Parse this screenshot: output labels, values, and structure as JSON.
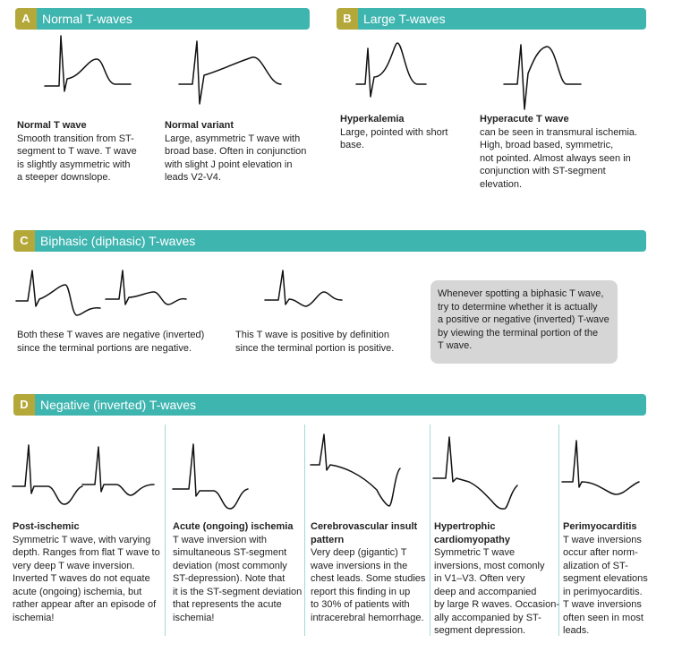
{
  "sections": {
    "A": {
      "letter": "A",
      "title": "Normal T-waves"
    },
    "B": {
      "letter": "B",
      "title": "Large T-waves"
    },
    "C": {
      "letter": "C",
      "title": "Biphasic (diphasic) T-waves"
    },
    "D": {
      "letter": "D",
      "title": "Negative (inverted) T-waves"
    }
  },
  "a": {
    "normal": {
      "title": "Normal T wave",
      "desc": "Smooth transition from ST-\nsegment to T wave. T wave\nis slightly asymmetric with\na steeper downslope."
    },
    "variant": {
      "title": "Normal variant",
      "desc": "Large, asymmetric T wave with\nbroad base. Often in conjunction\nwith slight J point elevation in\nleads V2-V4."
    }
  },
  "b": {
    "hyperkalemia": {
      "title": "Hyperkalemia",
      "desc": "Large, pointed with short\nbase."
    },
    "hyperacute": {
      "title": "Hyperacute T wave",
      "desc": "can be seen in transmural ischemia.\nHigh, broad based, symmetric,\n not pointed. Almost always seen in\nconjunction with ST-segment\n elevation."
    }
  },
  "c": {
    "negative": "Both these T waves are negative (inverted)\nsince the terminal portions are negative.",
    "positive": "This T wave is positive by definition\nsince the terminal portion is positive.",
    "note": "Whenever spotting a biphasic T wave,\ntry to determine whether it is actually\na positive or negative (inverted) T-wave\nby viewing the terminal portion of the\nT wave."
  },
  "d": {
    "postischemic": {
      "title": "Post-ischemic",
      "desc": "Symmetric T wave, with varying\ndepth. Ranges from flat T wave to\nvery deep T wave inversion.\nInverted T waves do not equate\nacute (ongoing) ischemia, but\nrather appear after an episode of\nischemia!"
    },
    "acute": {
      "title": "Acute (ongoing) ischemia",
      "desc": "T wave inversion with\nsimultaneous ST-segment\ndeviation (most commonly\nST-depression). Note that\nit is the ST-segment deviation\nthat represents the acute\nischemia!"
    },
    "cerebro": {
      "title": "Cerebrovascular insult\npattern",
      "desc": "Very deep (gigantic) T\nwave inversions in the\nchest leads. Some studies\nreport this finding in up\nto 30% of patients with\nintracerebral hemorrhage."
    },
    "hypertrophic": {
      "title": "Hypertrophic\ncardiomyopathy",
      "desc": "Symmetric T wave\ninversions, most comonly\nin V1–V3. Often very\ndeep and accompanied\nby large R waves. Occasion-\nally accompanied by ST-\nsegment depression."
    },
    "perimyo": {
      "title": "Perimyocarditis",
      "desc": "T wave inversions\noccur after norm-\nalization of ST-\nsegment elevations\nin perimyocarditis.\nT wave inversions\noften seen in most\nleads."
    }
  }
}
